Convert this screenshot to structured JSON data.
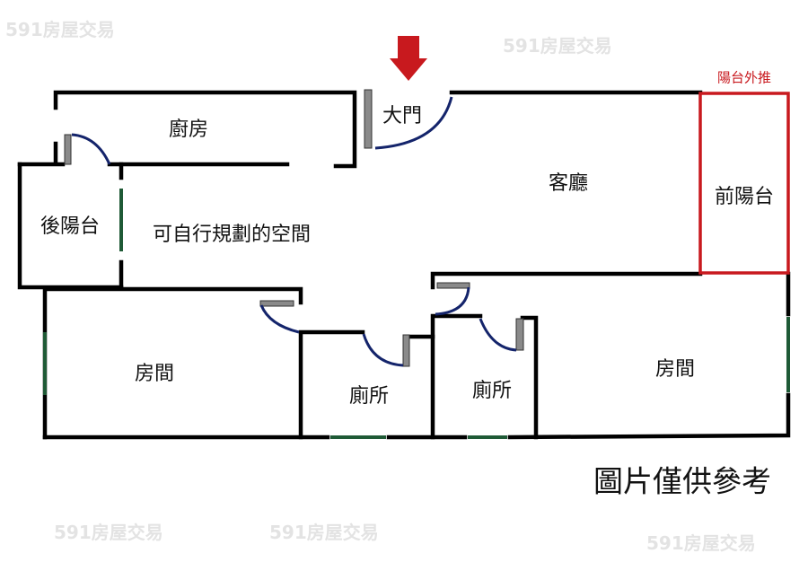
{
  "rooms": {
    "kitchen": "廚房",
    "main_door": "大門",
    "living_room": "客廳",
    "front_balcony": "前陽台",
    "balcony_extension_note": "陽台外推",
    "back_balcony": "後陽台",
    "flexible_space": "可自行規劃的空間",
    "bedroom_left": "房間",
    "toilet_1": "廁所",
    "toilet_2": "廁所",
    "bedroom_right": "房間"
  },
  "disclaimer": "圖片僅供參考",
  "watermark": "591房屋交易",
  "colors": {
    "wall": "#000000",
    "window": "#1f5a36",
    "door_swing": "#14246b",
    "entrance_arrow": "#c8191e",
    "balcony_highlight": "#c8191e"
  }
}
